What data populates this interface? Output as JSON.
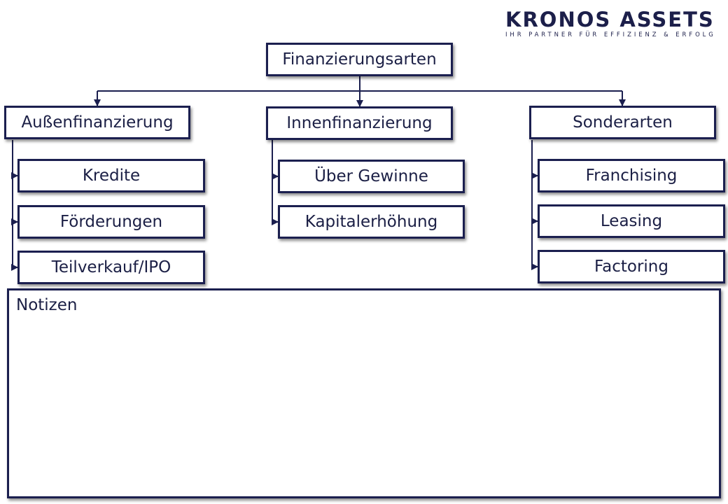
{
  "logo": {
    "title": "KRONOS ASSETS",
    "tagline": "IHR PARTNER FÜR EFFIZIENZ & ERFOLG"
  },
  "root": "Finanzierungsarten",
  "categories": [
    {
      "label": "Außenfinanzierung",
      "items": [
        "Kredite",
        "Förderungen",
        "Teilverkauf/IPO"
      ]
    },
    {
      "label": "Innenfinanzierung",
      "items": [
        "Über Gewinne",
        "Kapitalerhöhung"
      ]
    },
    {
      "label": "Sonderarten",
      "items": [
        "Franchising",
        "Leasing",
        "Factoring"
      ]
    }
  ],
  "notes": {
    "label": "Notizen"
  },
  "colors": {
    "border": "#1b1f4f",
    "text": "#1b1f45",
    "background": "#ffffff"
  }
}
